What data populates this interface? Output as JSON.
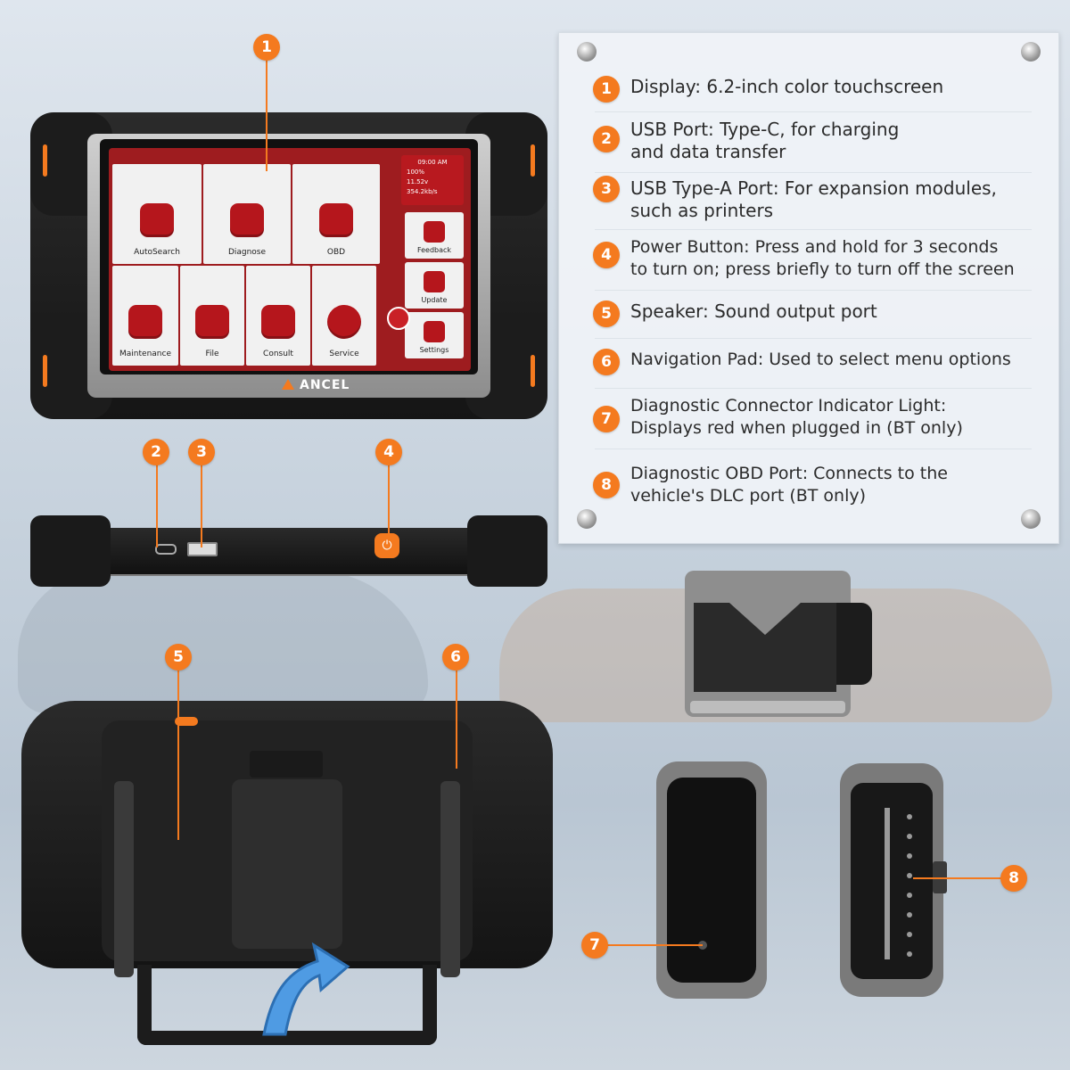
{
  "features": [
    {
      "num": "1",
      "line1": "Display: 6.2-inch color touchscreen",
      "line2": ""
    },
    {
      "num": "2",
      "line1": "USB Port: Type-C, for charging",
      "line2": "and data transfer"
    },
    {
      "num": "3",
      "line1": "USB Type-A Port: For expansion modules,",
      "line2": "such as printers"
    },
    {
      "num": "4",
      "line1": "Power Button: Press and hold for 3 seconds",
      "line2": "to turn on; press briefly to turn off the screen"
    },
    {
      "num": "5",
      "line1": "Speaker: Sound output port",
      "line2": ""
    },
    {
      "num": "6",
      "line1": "Navigation Pad: Used to select menu options",
      "line2": ""
    },
    {
      "num": "7",
      "line1": "Diagnostic Connector Indicator Light:",
      "line2": "Displays red when plugged in (BT only)"
    },
    {
      "num": "8",
      "line1": "Diagnostic OBD Port: Connects to the",
      "line2": "vehicle's DLC port (BT only)"
    }
  ],
  "screen": {
    "apps": [
      "AutoSearch",
      "Diagnose",
      "OBD",
      "Maintenance",
      "File",
      "Consult",
      "Service"
    ],
    "side": [
      "Feedback",
      "Update",
      "Settings"
    ],
    "service_icon_text": "Service",
    "status": {
      "time": "09:00 AM",
      "battery": "100%",
      "voltage": "11.52v",
      "speed": "354.2kb/s"
    },
    "brand": "ANCEL"
  },
  "colors": {
    "accent": "#f47a1f",
    "screen_red": "#9e1c1f",
    "text": "#2b2b2b"
  }
}
